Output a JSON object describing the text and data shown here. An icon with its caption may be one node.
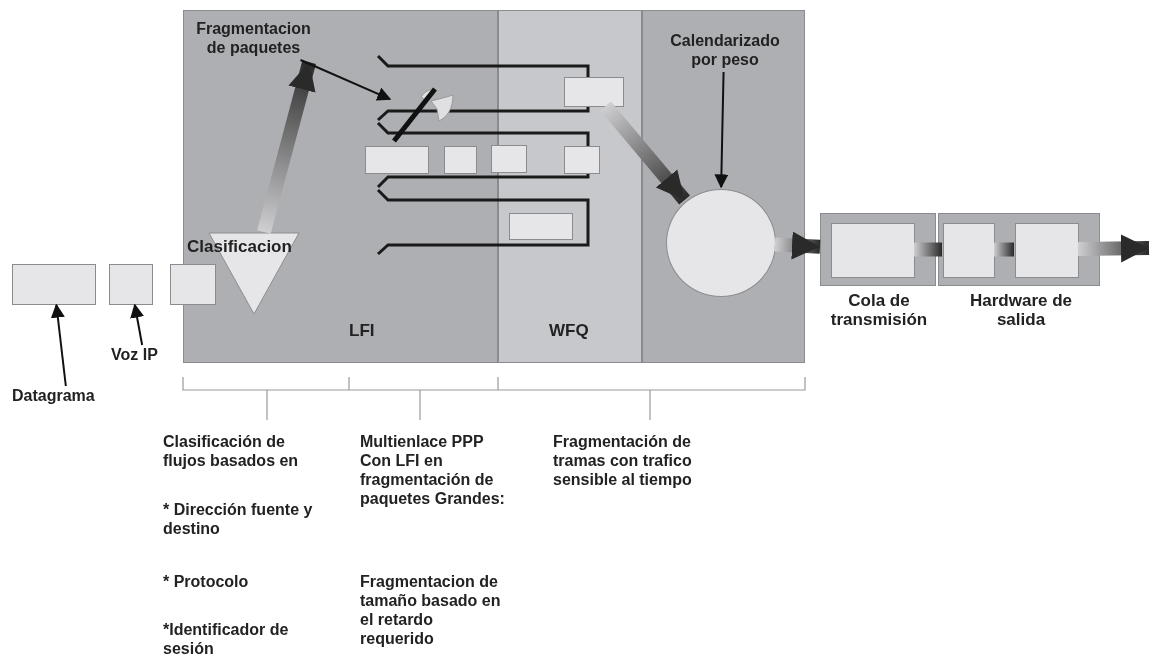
{
  "diagram": {
    "nodes": [
      {
        "text": [
          "LFI"
        ]
      },
      {
        "text": [
          "WFQ"
        ]
      },
      {
        "text": [],
        "shape": "box"
      },
      {
        "text": [],
        "shape": "box"
      },
      {
        "text": [],
        "shape": "box"
      },
      {
        "text": [],
        "shape": "box"
      },
      {
        "text": [
          "Datagrama"
        ]
      },
      {
        "text": [
          "Voz IP"
        ]
      },
      {
        "text": [
          "Clasificacion"
        ],
        "in": 0
      },
      {
        "text": [
          "Fragmentacion de paquetes"
        ],
        "in": 0
      },
      {
        "text": [],
        "shape": "picture",
        "in": 0
      },
      {
        "text": [],
        "shape": "box",
        "in": 0
      },
      {
        "text": [],
        "shape": "box",
        "in": 0
      },
      {
        "text": [],
        "shape": "box"
      },
      {
        "text": [],
        "shape": "box",
        "in": 1
      },
      {
        "text": [],
        "shape": "box",
        "in": 1
      },
      {
        "text": [],
        "shape": "box",
        "in": 1
      },
      {
        "text": [],
        "shape": "circle",
        "in": 2
      },
      {
        "text": [
          "Calendarizado por peso"
        ],
        "in": 2
      },
      {
        "text": [
          "Cola de transmisión"
        ]
      },
      {
        "text": [],
        "shape": "box",
        "in": 19
      },
      {
        "text": [
          "Hardware de salida"
        ]
      },
      {
        "text": [],
        "shape": "box",
        "in": 21
      },
      {
        "text": [],
        "shape": "box",
        "in": 21
      }
    ],
    "edges": [
      {
        "from": 6,
        "to": 3,
        "arrow": "to"
      },
      {
        "from": 7,
        "to": 4,
        "arrow": "to"
      },
      {
        "from": 8,
        "to": 9,
        "arrow": "to",
        "style": "thick"
      },
      {
        "from": 9,
        "to": 10,
        "arrow": "to"
      },
      {
        "from": 15,
        "to": 17,
        "arrow": "to",
        "style": "thick"
      },
      {
        "from": 18,
        "to": 17,
        "arrow": "to"
      },
      {
        "from": 17,
        "to": 19,
        "arrow": "to",
        "style": "thick"
      },
      {
        "from": 20,
        "to": 22,
        "arrow": "none",
        "style": "thick"
      },
      {
        "from": 22,
        "to": 23,
        "arrow": "none",
        "style": "thick"
      },
      {
        "from": 23,
        "to": null,
        "arrow": "to",
        "style": "thick"
      }
    ],
    "labels": [
      "Clasificación de flujos basados en",
      "* Dirección fuente y destino",
      "* Protocolo",
      "*Identificador de sesión",
      "Multienlace PPP Con LFI en fragmentación de paquetes Grandes:",
      "Fragmentacion de tamaño basado en el retardo requerido",
      "Fragmentación de tramas con trafico sensible al tiempo"
    ]
  }
}
